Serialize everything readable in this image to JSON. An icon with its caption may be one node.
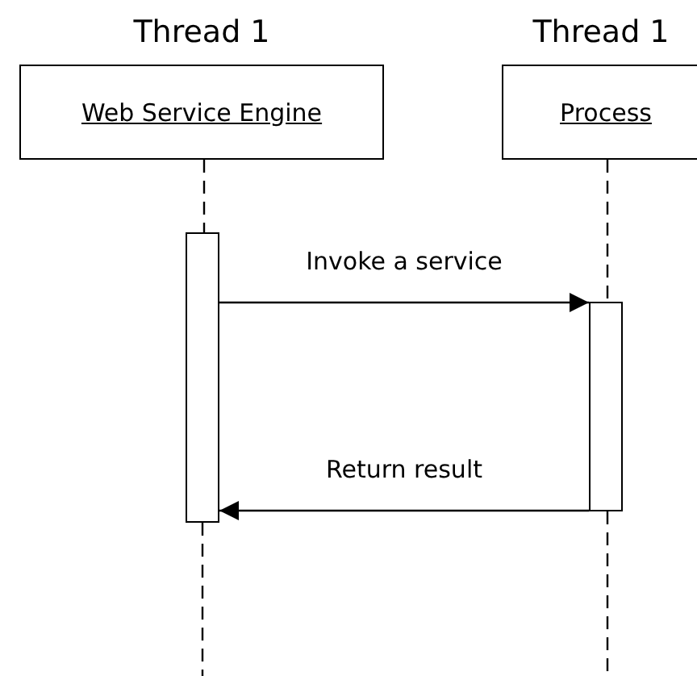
{
  "diagram": {
    "nodes": [
      {
        "text": [
          "Thread 1",
          "Web Service Engine"
        ]
      },
      {
        "text": [
          "Thread 1",
          "Process"
        ]
      },
      {
        "text": [],
        "shape": "bar"
      },
      {
        "text": [],
        "shape": "bar"
      }
    ],
    "edges": [
      {
        "from": 0,
        "to": 2,
        "arrow": "none",
        "style": "dashed"
      },
      {
        "from": 1,
        "to": 3,
        "arrow": "none",
        "style": "dashed"
      },
      {
        "from": 2,
        "to": 3,
        "label": "Invoke a service",
        "arrow": "to"
      },
      {
        "from": 3,
        "to": 2,
        "label": "Return result",
        "arrow": "to"
      },
      {
        "from": 2,
        "to": null,
        "arrow": "none",
        "style": "dashed"
      },
      {
        "from": 3,
        "to": null,
        "arrow": "none",
        "style": "dashed"
      }
    ]
  }
}
